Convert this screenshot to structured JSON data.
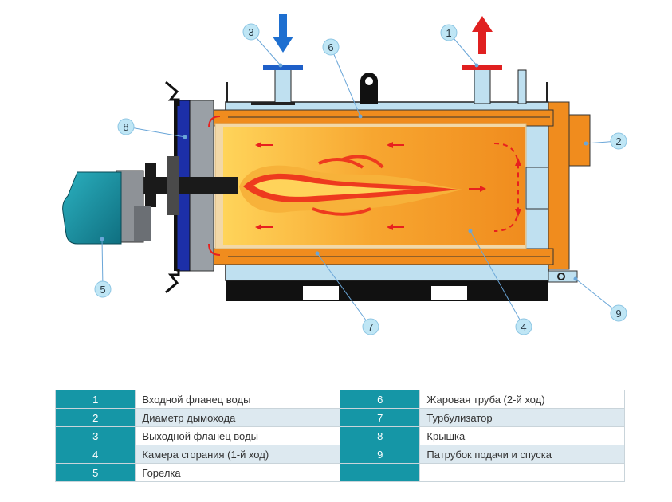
{
  "callouts": [
    "1",
    "2",
    "3",
    "4",
    "5",
    "6",
    "7",
    "8",
    "9"
  ],
  "legend": [
    {
      "left_num": "1",
      "left_text": "Входной фланец воды",
      "right_num": "6",
      "right_text": "Жаровая труба (2-й ход)"
    },
    {
      "left_num": "2",
      "left_text": "Диаметр дымохода",
      "right_num": "7",
      "right_text": "Турбулизатор"
    },
    {
      "left_num": "3",
      "left_text": "Выходной фланец воды",
      "right_num": "8",
      "right_text": "Крышка"
    },
    {
      "left_num": "4",
      "left_text": "Камера сгорания (1-й ход)",
      "right_num": "9",
      "right_text": "Патрубок подачи и спуска"
    },
    {
      "left_num": "5",
      "left_text": "Горелка",
      "right_num": "",
      "right_text": ""
    }
  ],
  "colors": {
    "water_jacket": "#bfe0f0",
    "chamber_outer": "#f08c1e",
    "chamber_inner": "#f5a623",
    "flame_red": "#e8201e",
    "inlet_arrow": "#1e6fd0",
    "outlet_arrow": "#e02020",
    "burner_teal": "#1a8fa0",
    "door_blue": "#1c2fa8",
    "table_teal": "#1596a6",
    "table_alt_row": "#dde9f0"
  }
}
